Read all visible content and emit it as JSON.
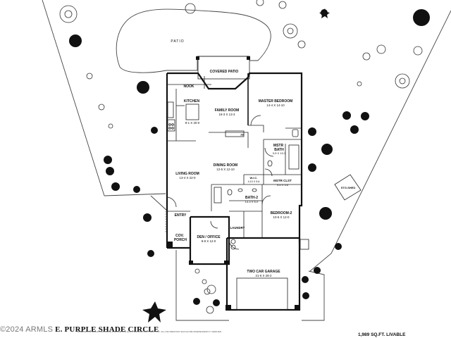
{
  "patio": {
    "label": "PATIO"
  },
  "covered_patio": {
    "label": "COVERED PATIO"
  },
  "rooms": {
    "nook": {
      "label": "NOOK"
    },
    "kitchen": {
      "label": "KITCHEN",
      "dims": "9-1 X 20-0"
    },
    "family_room": {
      "label": "FAMILY ROOM",
      "dims": "18-3 X 13-3"
    },
    "fp": {
      "label": "FP"
    },
    "master_bedroom": {
      "label": "MASTER BEDROOM",
      "dims": "14-4 X 14-10"
    },
    "mstr_bath": {
      "label": "MSTR",
      "label2": "BATH",
      "dims": "3-5 X 13-3"
    },
    "mstr_clst": {
      "label": "MSTR CLST",
      "dims": "9-6 X 5-6"
    },
    "dining_room": {
      "label": "DINING ROOM",
      "dims": "12-5 X 12-10"
    },
    "wic": {
      "label": "W.I.C.",
      "dims": "4-10 X 5-6"
    },
    "living_room": {
      "label": "LIVING ROOM",
      "dims": "13-4 X 22-0"
    },
    "bath2": {
      "label": "BATH-2",
      "dims": "14-4 X 5-0"
    },
    "bedroom2": {
      "label": "BEDROOM-2",
      "dims": "10-6 X 12-0"
    },
    "entry": {
      "label": "ENTRY"
    },
    "laundry": {
      "label": "LAUNDRY"
    },
    "cov_porch": {
      "label": "COV.",
      "label2": "PORCH"
    },
    "den_office": {
      "label": "DEN / OFFICE",
      "dims": "9-8 X 12-0"
    },
    "garage": {
      "label": "TWO CAR GARAGE",
      "dims": "21-6 X 28-2"
    },
    "storage": {
      "label": "STG.SHED"
    }
  },
  "footer": {
    "copyright": "©2024 ARMLS",
    "address": "E. PURPLE SHADE CIRCLE",
    "sqft": "1,989 SQ.FT. LIVABLE",
    "fine_print": "DIMENSIONS ARE APPROXIMATE AND ARE FOR ILLUSTRATION PURPOSES ONLY. ALL INFORMATION SHOULD BE INDEPENDENTLY VERIFIED."
  }
}
